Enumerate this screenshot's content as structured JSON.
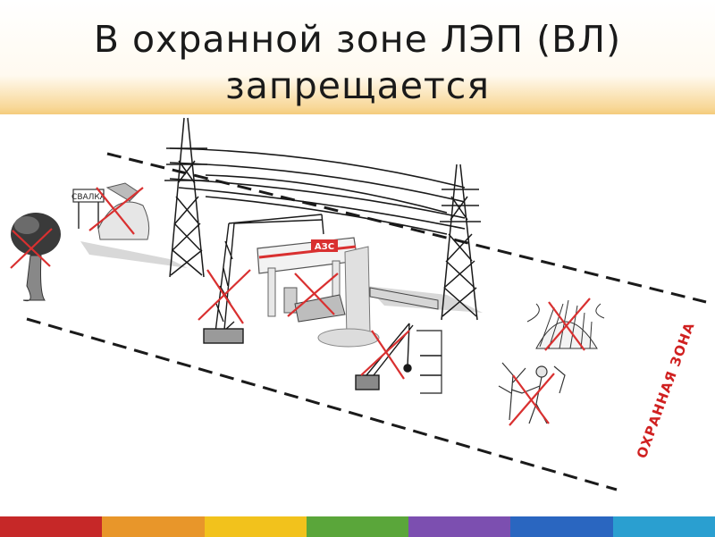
{
  "slide": {
    "title_line1": "В охранной зоне ЛЭП (ВЛ)",
    "title_line2": "запрещается"
  },
  "illustration": {
    "zone_label": "ОХРАННАЯ ЗОНА",
    "fuel_station_sign": "АЗС",
    "dump_sign": "СВАЛКА"
  },
  "colors": {
    "prohibit_cross": "#d93030",
    "line_ink": "#1a1a1a",
    "label_red": "#d02020",
    "bar": [
      "#c62828",
      "#e8962a",
      "#f2c21c",
      "#5aa63a",
      "#7c4fb0",
      "#2a66c0",
      "#2a9fd0"
    ]
  },
  "icons": [
    "power-tower-icon",
    "tree-icon",
    "dump-icon",
    "crane-icon",
    "fuel-station-icon",
    "tower-crane-icon",
    "haystack-icon",
    "tree-cutter-icon",
    "prohibit-cross-icon"
  ]
}
